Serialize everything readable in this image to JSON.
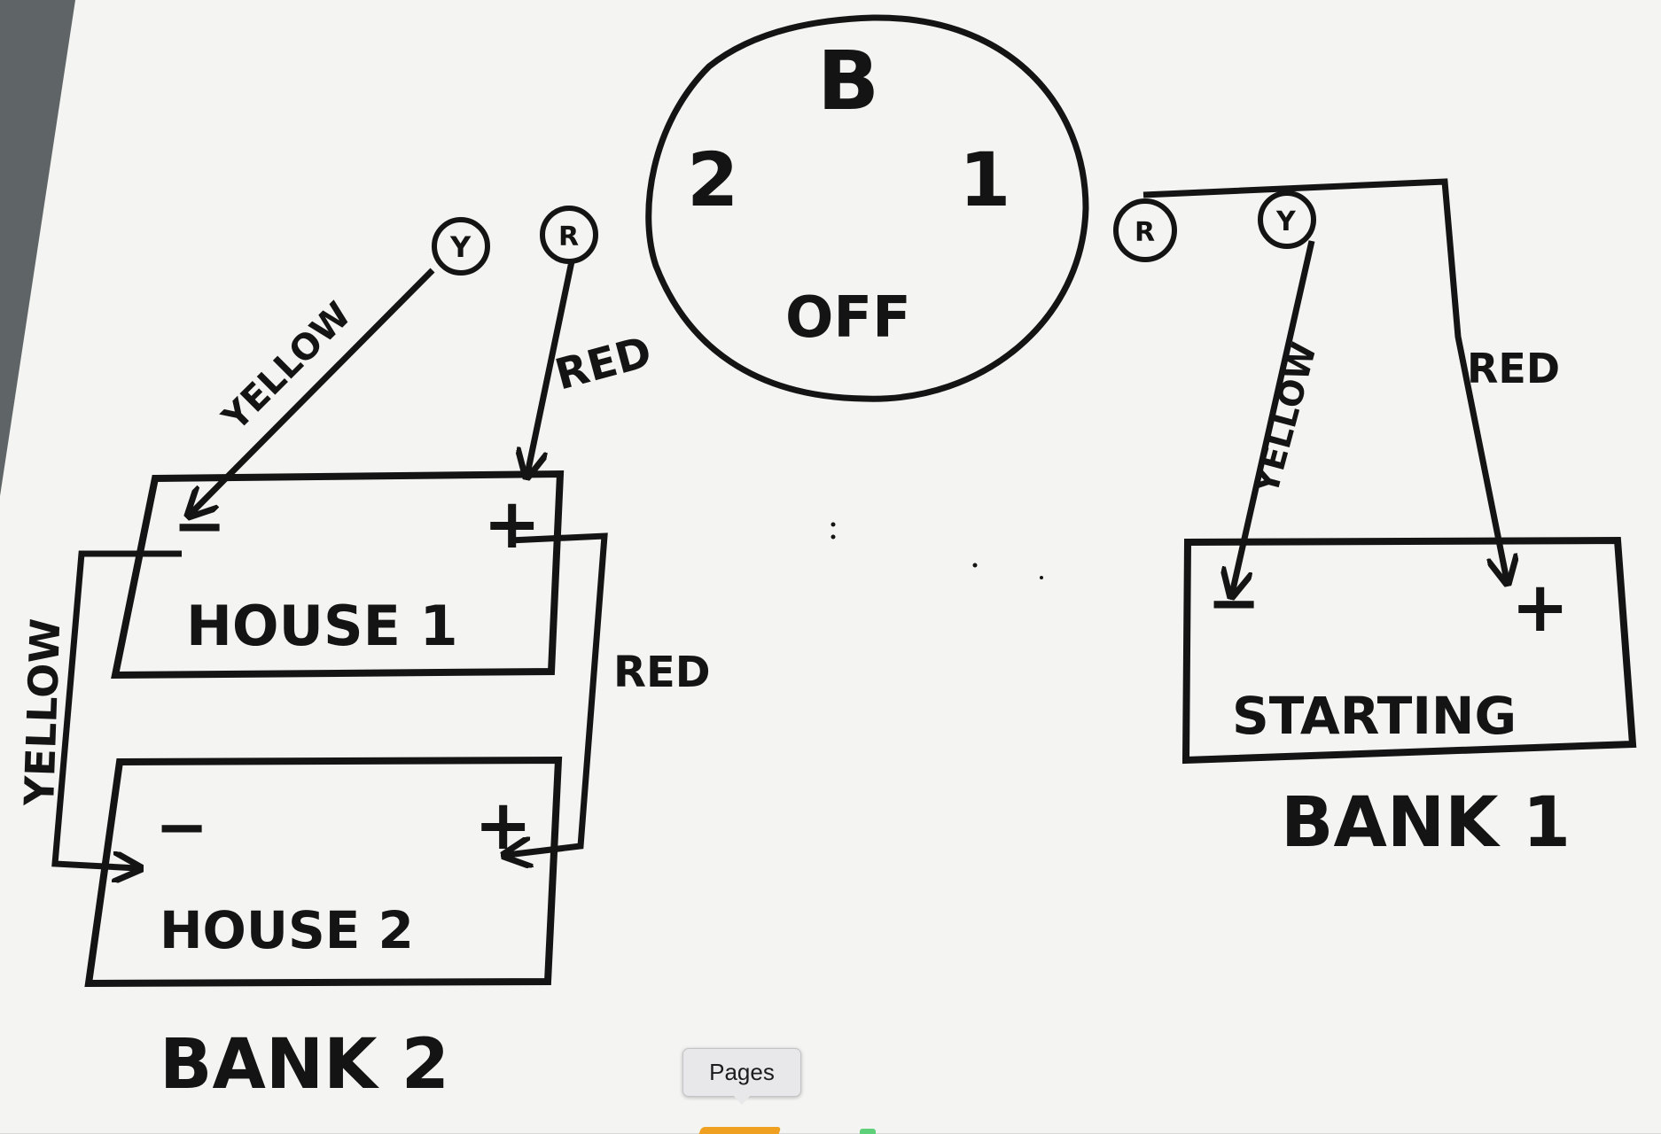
{
  "switch": {
    "positions": {
      "both": "B",
      "one": "1",
      "two": "2",
      "off": "OFF"
    }
  },
  "terminals": {
    "left_yellow": "Y",
    "left_red": "R",
    "right_red": "R",
    "right_yellow": "Y"
  },
  "wires": {
    "left_yellow_label": "YELLOW",
    "left_red_label": "RED",
    "right_yellow_label": "YELLOW",
    "right_red_label": "RED",
    "house_link_yellow_label": "YELLOW",
    "house_link_red_label": "RED"
  },
  "batteries": {
    "house1": {
      "name": "HOUSE 1",
      "neg": "−",
      "pos": "+"
    },
    "house2": {
      "name": "HOUSE 2",
      "neg": "−",
      "pos": "+"
    },
    "starting": {
      "name": "STARTING",
      "neg": "−",
      "pos": "+"
    }
  },
  "banks": {
    "bank1": "BANK 1",
    "bank2": "BANK 2"
  },
  "tooltip": {
    "label": "Pages"
  },
  "colors": {
    "ink": "#141414",
    "paper": "#f4f4f2",
    "tooltip_bg": "#e8e8ea"
  }
}
